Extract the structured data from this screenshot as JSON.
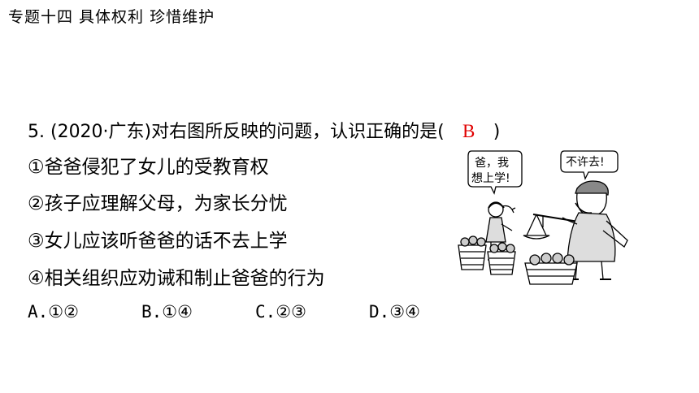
{
  "header": {
    "title": "专题十四  具体权利  珍惜维护"
  },
  "question": {
    "prefix": "5. (2020·广东)对右图所反映的问题，认识正确的是(",
    "answer": "B",
    "suffix": ")"
  },
  "statements": [
    "①爸爸侵犯了女儿的受教育权",
    "②孩子应理解父母，为家长分忧",
    "③女儿应该听爸爸的话不去上学",
    "④相关组织应劝诫和制止爸爸的行为"
  ],
  "options": [
    "A.①②",
    "B.①④",
    "C.②③",
    "D.③④"
  ],
  "cartoon": {
    "girl_bubble_line1": "爸，我",
    "girl_bubble_line2": "想上学!",
    "father_bubble": "不许去!"
  }
}
